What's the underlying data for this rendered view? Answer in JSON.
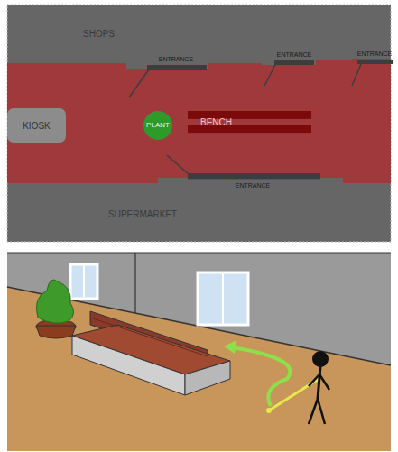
{
  "diagram": {
    "nodes": [
      {
        "text": [
          "KIOSK"
        ]
      },
      {
        "text": [
          "PLANT"
        ]
      },
      {
        "text": [
          "BENCH"
        ]
      }
    ],
    "labels": [
      "SHOPS",
      "ENTRANCE",
      "ENTRANCE",
      "ENTRANCE",
      "ENTRANCE",
      "SUPERMARKET"
    ]
  }
}
